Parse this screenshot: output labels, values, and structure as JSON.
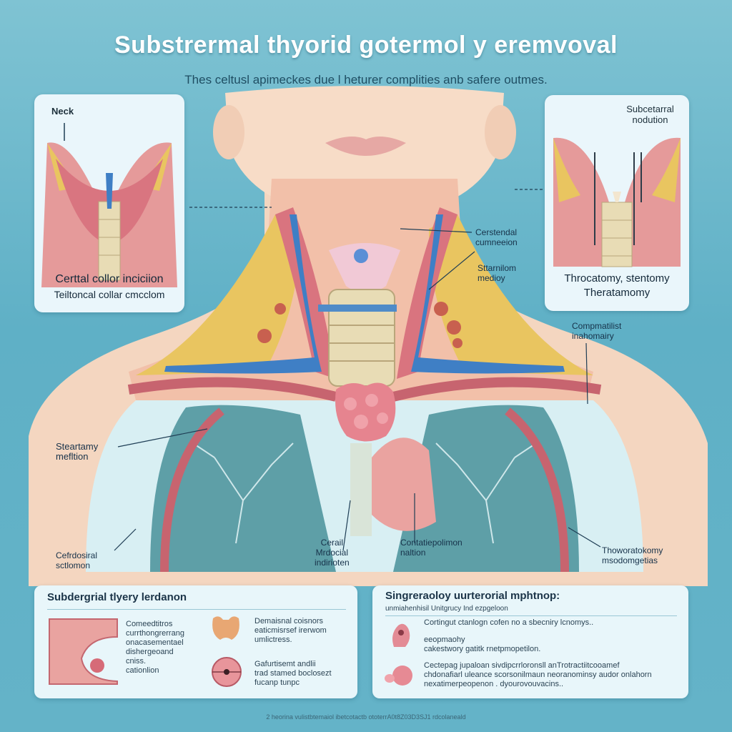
{
  "header": {
    "title": "Substrermal thyorid gotermol y eremvoval",
    "subtitle": "Thes celtusl apimeckes duе l heturer complities anb safere outmes."
  },
  "inset_left": {
    "label": "Neck",
    "caption_line1": "Certtal collor inciciion",
    "caption_line2": "Teiltoncal collar cmcclom"
  },
  "inset_right": {
    "label_line1": "Subcetarral",
    "label_line2": "nodution",
    "caption_line1": "Throcatomy, stentomy",
    "caption_line2": "Theratamomy"
  },
  "labels": {
    "cerstendal_1": "Cerstendal",
    "cerstendal_2": "cumneeion",
    "sternal_1": "Sttarnilom",
    "sternal_2": "medioy",
    "compmatilist_1": "Compmatilist",
    "compmatilist_2": "inahomairy",
    "steartamy_1": "Steartamy",
    "steartamy_2": "mefltion",
    "cerdosiral_1": "Cefrdosiral",
    "cerdosiral_2": "sctlomon",
    "cerail_1": "Cerail",
    "cerail_2": "Mrdocial",
    "cerail_3": "indirioten",
    "contatie_1": "Contatiepolimon",
    "contatie_2": "naltion",
    "thoworact_1": "Thoworatokomy",
    "thoworact_2": "msodomgetias"
  },
  "panel_left": {
    "title": "Subdergrial tlyery lerdanon",
    "col1": [
      "Comeedtitros",
      "currthongrerrang",
      "onacasementael",
      "dishergeoand",
      "cniss.",
      "cationlion"
    ],
    "col2a": [
      "Demaisnal coisnors",
      "eaticmisrsef irerwom",
      "umlictress."
    ],
    "col2b": [
      "Gafurtisemt andlii",
      "trad stamed boclosezt",
      "fucanp tunpc"
    ]
  },
  "panel_right": {
    "title": "Singreraoloy uurterorial mphtnop:",
    "subtitle": "unmiahenhisil Unitgrucy Ind ezpgeloon",
    "line1": "Cortingut ctanlogn cofen no a sbecniry lcnomys..",
    "line2a": "eeopmaohy",
    "line2b": "cakestwory gatitk rnetpmopetilon.",
    "line3a": "Cectepag jupaloan sivdipcrrloronsll anTrotractiitcooamef",
    "line3b": "chdonafiarl uleance scorsonilmaun neoranominsy audor onlahorn",
    "line3c": "nexatimerpeopenon . dyourovouvacins.."
  },
  "footer": "2 heorina vulistbtemaiol ibetcotactb ototerrA0t8Z03D3SJ1 rdcolaneald",
  "colors": {
    "background": "#64b3c8",
    "skin": "#f6d8c3",
    "muscle": "#d9747f",
    "vein": "#3f7fc5",
    "fat": "#e8c35a",
    "lung": "#5e9fa7",
    "thyroid": "#e6848f"
  }
}
